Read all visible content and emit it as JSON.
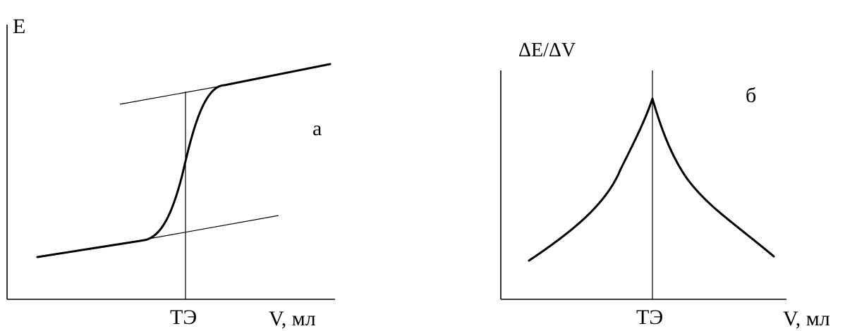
{
  "panel_a": {
    "y_axis_label": "E",
    "x_axis_label": "V, мл",
    "marker_label": "ТЭ",
    "panel_label": "а"
  },
  "panel_b": {
    "y_axis_label": "ΔE/ΔV",
    "x_axis_label": "V, мл",
    "marker_label": "ТЭ",
    "panel_label": "б"
  }
}
